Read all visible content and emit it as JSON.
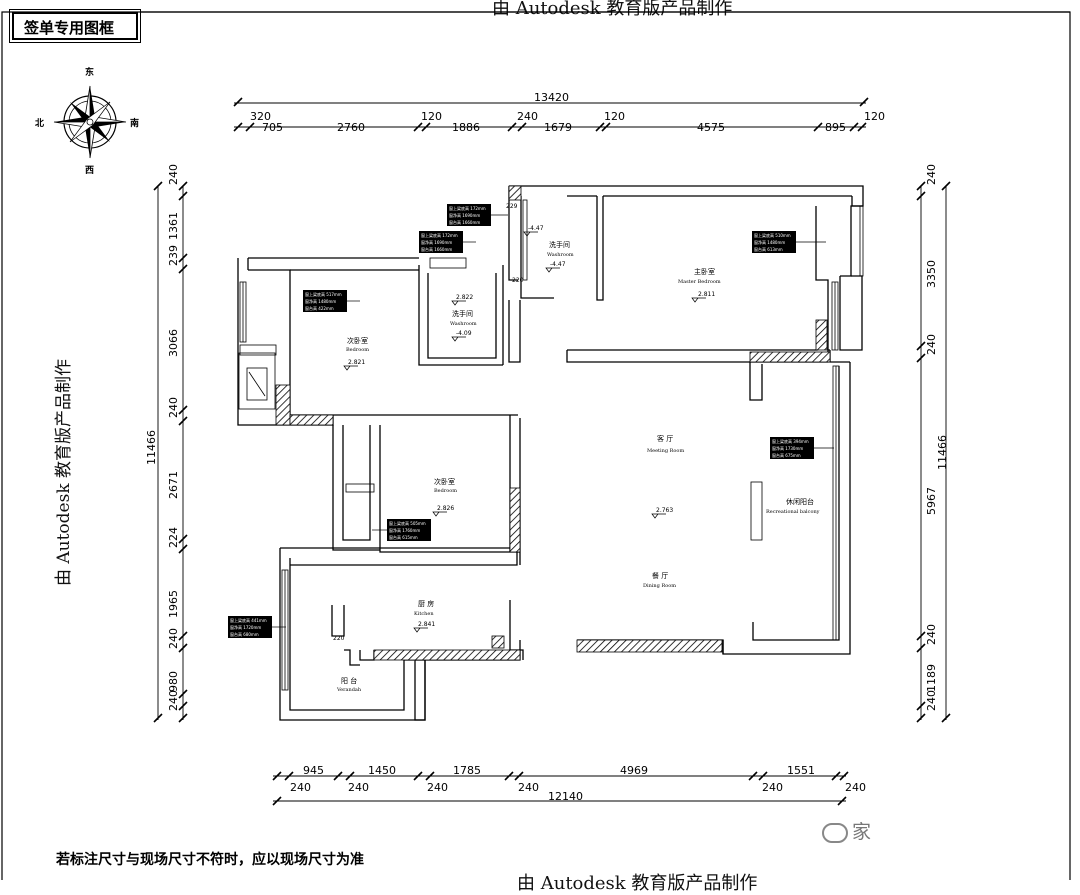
{
  "stamp_label": "签单专用图框",
  "compass": {
    "north": "北",
    "east": "东",
    "south": "南",
    "west": "西"
  },
  "top_dims": {
    "overall": "13420",
    "segments": [
      "320",
      "705",
      "2760",
      "120",
      "1886",
      "240",
      "1679",
      "120",
      "4575",
      "895",
      "120"
    ]
  },
  "bottom_dims": {
    "overall": "12140",
    "segments": [
      "945",
      "1450",
      "1785",
      "4969",
      "1551"
    ],
    "walls": [
      "240",
      "240",
      "240",
      "240",
      "240",
      "240"
    ]
  },
  "left_dims": {
    "overall": "11466",
    "segments": [
      "240",
      "1361",
      "239",
      "3066",
      "240",
      "2671",
      "224",
      "1965",
      "240",
      "980",
      "240"
    ]
  },
  "right_dims": {
    "overall": "11466",
    "segments": [
      "240",
      "3350",
      "240",
      "5967",
      "240",
      "1189",
      "240"
    ]
  },
  "rooms": {
    "master_bedroom": {
      "cn": "主卧室",
      "en": "Master Bedroom",
      "level": "2.811"
    },
    "washroom_top": {
      "cn": "洗手间",
      "en": "Washroom",
      "level1": "-4.47",
      "level2": "-4.47"
    },
    "washroom_mid": {
      "cn": "洗手间",
      "en": "Washroom",
      "level1": "2.822",
      "level2": "-4.09"
    },
    "bedroom_left": {
      "cn": "次卧室",
      "en": "Bedroom",
      "level": "2.821"
    },
    "bedroom_mid": {
      "cn": "次卧室",
      "en": "Bedroom",
      "level": "2.826"
    },
    "living": {
      "cn": "客 厅",
      "en": "Meeting Room",
      "level": "2.763"
    },
    "dining": {
      "cn": "餐 厅",
      "en": "Dining Room"
    },
    "balcony": {
      "cn": "休闲阳台",
      "en": "Recreational balcony"
    },
    "kitchen": {
      "cn": "厨 房",
      "en": "Kitchen",
      "level": "2.841"
    },
    "veranda": {
      "cn": "阳 台",
      "en": "Verandah"
    }
  },
  "window_tags": [
    {
      "l1": "窗上梁底高 172mm",
      "l2": "窗净高 1690mm",
      "l3": "窗台高 1660mm"
    },
    {
      "l1": "窗上梁底高 172mm",
      "l2": "窗净高 1690mm",
      "l3": "窗台高 1660mm"
    },
    {
      "l1": "窗上梁底高 517mm",
      "l2": "窗净高 1480mm",
      "l3": "窗台高 422mm"
    },
    {
      "l1": "窗上梁底高 510mm",
      "l2": "窗净高 1480mm",
      "l3": "窗台高 613mm"
    },
    {
      "l1": "窗上梁底高 394mm",
      "l2": "窗净高 1730mm",
      "l3": "窗台高 675mm"
    },
    {
      "l1": "窗上梁底高 505mm",
      "l2": "窗净高 1760mm",
      "l3": "窗台高 615mm"
    },
    {
      "l1": "窗上梁底高 441mm",
      "l2": "窗净高 1720mm",
      "l3": "窗台高 680mm"
    }
  ],
  "small_marks": [
    "229",
    "220",
    "220"
  ],
  "footnote": "若标注尺寸与现场尺寸不符时，应以现场尺寸为准",
  "watermark": "家",
  "partial_texts": {
    "top": "由 Autodesk 教育版产品制作",
    "bottom": "由 Autodesk 教育版产品制作",
    "left": "由 Autodesk 教育版产品制作"
  }
}
